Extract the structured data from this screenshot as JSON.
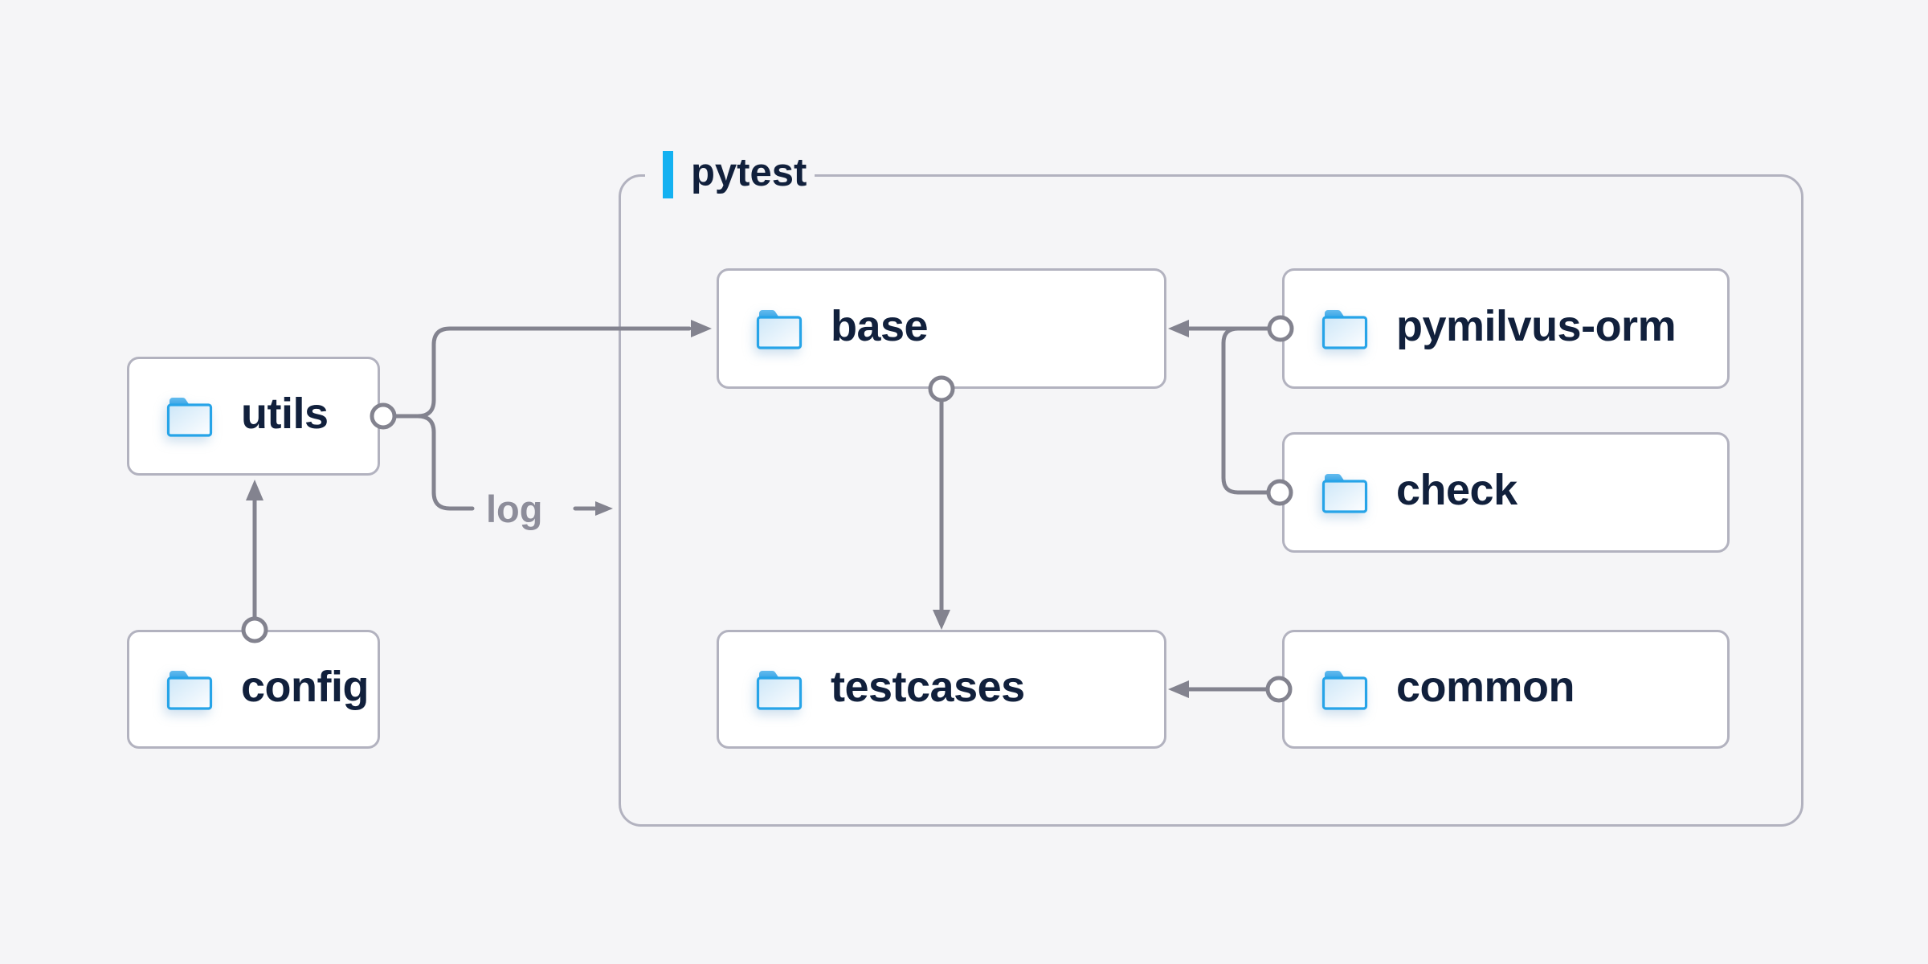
{
  "group": {
    "label": "pytest"
  },
  "nodes": {
    "utils": {
      "label": "utils",
      "icon": "folder-icon"
    },
    "config": {
      "label": "config",
      "icon": "folder-icon"
    },
    "base": {
      "label": "base",
      "icon": "folder-icon"
    },
    "testcases": {
      "label": "testcases",
      "icon": "folder-icon"
    },
    "pymilvus_orm": {
      "label": "pymilvus-orm",
      "icon": "folder-icon"
    },
    "check": {
      "label": "check",
      "icon": "folder-icon"
    },
    "common": {
      "label": "common",
      "icon": "folder-icon"
    }
  },
  "edges": {
    "log_label": "log",
    "list": [
      {
        "from": "config",
        "to": "utils"
      },
      {
        "from": "utils",
        "to": "base"
      },
      {
        "from": "utils",
        "to": "pytest",
        "label": "log"
      },
      {
        "from": "pymilvus-orm",
        "to": "base"
      },
      {
        "from": "check",
        "to": "base"
      },
      {
        "from": "base",
        "to": "testcases"
      },
      {
        "from": "common",
        "to": "testcases"
      }
    ]
  },
  "colors": {
    "background": "#f5f5f7",
    "accent_cyan": "#14b1f1",
    "edge_gray": "#83838f",
    "border_gray": "#b2b2bf",
    "text_navy": "#11203c",
    "muted_gray": "#8d8d9a",
    "folder_blue": "#27a4e8",
    "node_bg": "#ffffff"
  }
}
